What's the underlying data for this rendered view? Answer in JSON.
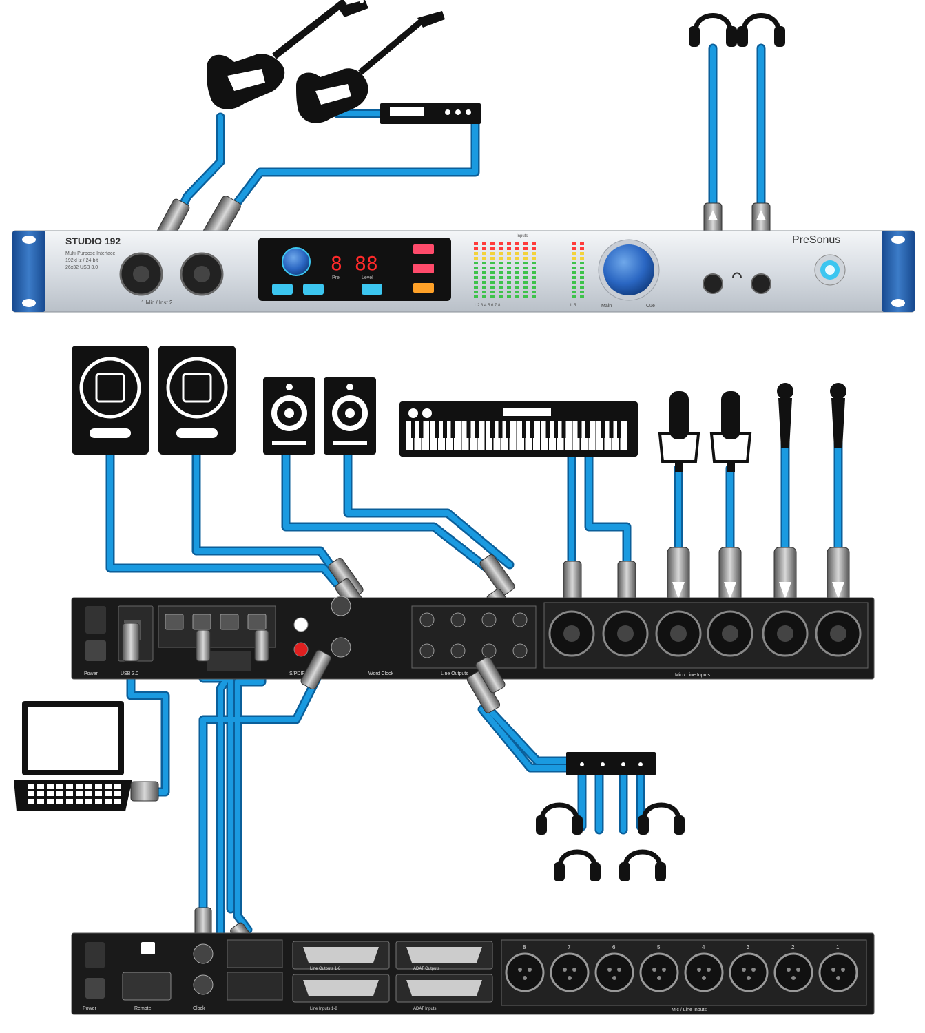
{
  "front_panel": {
    "model_label": "STUDIO 192",
    "model_sub_line1": "Multi-Purpose Interface",
    "model_sub_line2": "192kHz / 24-bit",
    "model_sub_line3": "26x32 USB 3.0",
    "brand": "PreSonus",
    "input_caption": "1   Mic / Inst   2",
    "display_left": "8",
    "display_right": "88",
    "display_left_caption": "Pre",
    "display_right_caption": "Level",
    "meters_caption": "Inputs",
    "knob_left_caption": "Main",
    "knob_right_caption": "Cue",
    "channel_numbers": "1 2 3 4 5 6 7 8",
    "main_caption": "L  R"
  },
  "rear_unit_1": {
    "power_label": "Power",
    "usb_label": "USB 3.0",
    "spdif_label": "S/PDIF",
    "wordclock_label": "Word Clock",
    "lineouts_label": "Line Outputs",
    "mic_line_label": "Mic / Line Inputs"
  },
  "rear_unit_2": {
    "power_label": "Power",
    "remote_label": "Remote",
    "clock_label": "Clock",
    "db25_label_a": "Line Outputs 1-8",
    "db25_label_b": "Line Inputs 1-8",
    "db25_label_c": "ADAT Outputs",
    "db25_label_d": "ADAT Inputs",
    "xlr_label": "Mic / Line Inputs",
    "xlr_numbers": [
      "8",
      "7",
      "6",
      "5",
      "4",
      "3",
      "2",
      "1"
    ]
  },
  "colors": {
    "cable": "#1a8fd6",
    "cable_edge": "#0b5f9a",
    "panel_silver": "#dfe3e8",
    "panel_dark": "#1a1a1a",
    "rack_blue": "#2b66b3",
    "led_red": "#ff2a2a",
    "button_cyan": "#3cc6f0"
  },
  "icons": [
    "electric-guitar-icon",
    "effects-pedal-icon",
    "headphones-icon",
    "studio-monitor-icon",
    "keyboard-controller-icon",
    "condenser-mic-icon",
    "dynamic-mic-icon",
    "laptop-icon",
    "headphone-amp-icon"
  ]
}
